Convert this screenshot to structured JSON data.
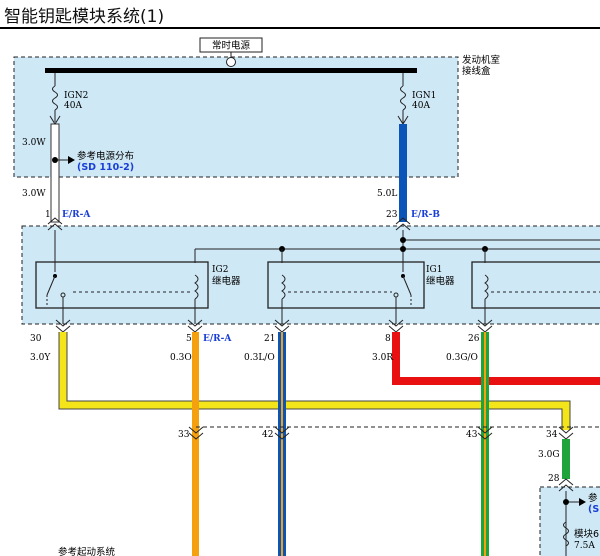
{
  "title": "智能钥匙模块系统(1)",
  "labels": {
    "const_power": "常时电源",
    "engine_room_1": "发动机室",
    "engine_room_2": "接线盒",
    "ign2": "IGN2",
    "ign2_amp": "40A",
    "ign1": "IGN1",
    "ign1_amp": "40A",
    "ref_power": "参考电源分布",
    "ref_power_code": "(SD 110-2)",
    "wire_3_0w_a": "3.0W",
    "wire_3_0w_b": "3.0W",
    "wire_5_0l": "5.0L",
    "pin_1": "1",
    "pin_23": "23",
    "conn_era": "E/R-A",
    "conn_erb": "E/R-B",
    "ig2_relay_1": "IG2",
    "ig2_relay_2": "继电器",
    "ig1_relay_1": "IG1",
    "ig1_relay_2": "继电器",
    "pin_30": "30",
    "pin_5": "5",
    "conn_era_2": "E/R-A",
    "pin_21": "21",
    "pin_8": "8",
    "pin_26": "26",
    "wire_3_0y": "3.0Y",
    "wire_0_3o": "0.3O",
    "wire_0_3lo": "0.3L/O",
    "wire_3_0r": "3.0R",
    "wire_0_3go": "0.3G/O",
    "pin_33": "33",
    "pin_42": "42",
    "pin_43": "43",
    "pin_34": "34",
    "wire_3_0g": "3.0G",
    "pin_28": "28",
    "ref_start": "参考起动系统",
    "ref_partial": "参",
    "ref_partial_code": "(SD",
    "module_partial": "模块6",
    "module_amp": "7.5A"
  },
  "colors": {
    "white_wire": "#ffffff",
    "blue_wire": "#0b55b8",
    "yellow_wire": "#f4e51a",
    "orange_wire": "#f5a00e",
    "red_wire": "#e81010",
    "green_wire": "#1fa33a",
    "box_fill": "#cfe8f5"
  }
}
